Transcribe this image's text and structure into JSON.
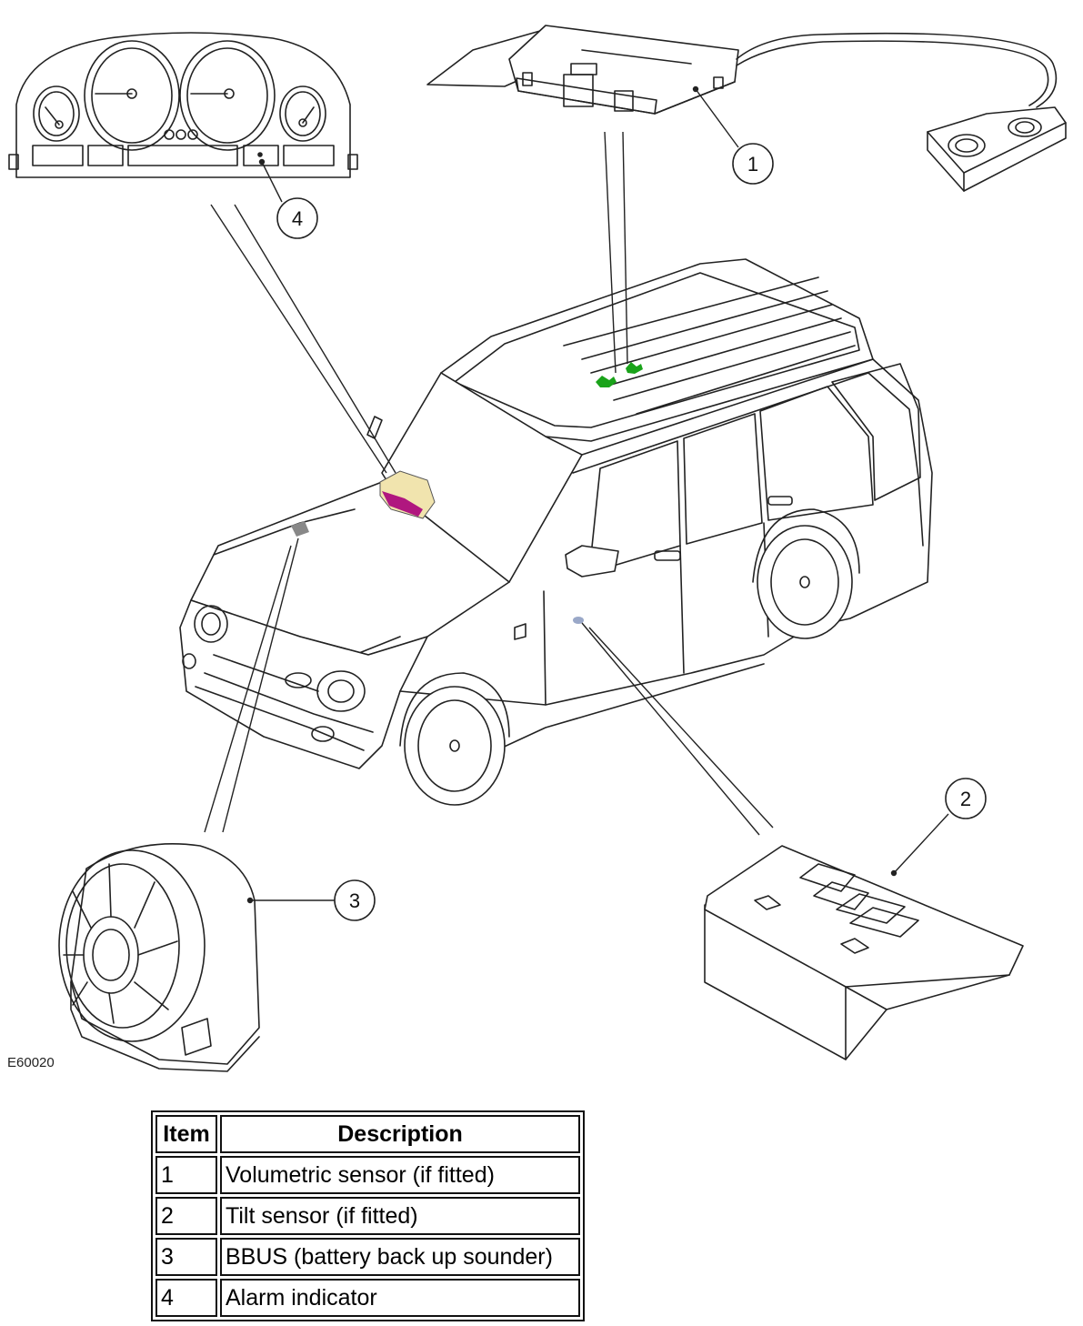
{
  "figure": {
    "id": "E60020",
    "callouts": [
      "1",
      "2",
      "3",
      "4"
    ]
  },
  "legend": {
    "headers": {
      "item": "Item",
      "description": "Description"
    },
    "rows": [
      {
        "item": "1",
        "description": "Volumetric sensor (if fitted)"
      },
      {
        "item": "2",
        "description": "Tilt sensor (if fitted)"
      },
      {
        "item": "3",
        "description": "BBUS (battery back up sounder)"
      },
      {
        "item": "4",
        "description": "Alarm indicator"
      }
    ]
  },
  "colors": {
    "line": "#222222",
    "sensor_highlight_green": "#1aa31a",
    "indicator_highlight": "#f1e4ae",
    "indicator_accent": "#b0177f",
    "tilt_marker": "#9aa8c8"
  }
}
